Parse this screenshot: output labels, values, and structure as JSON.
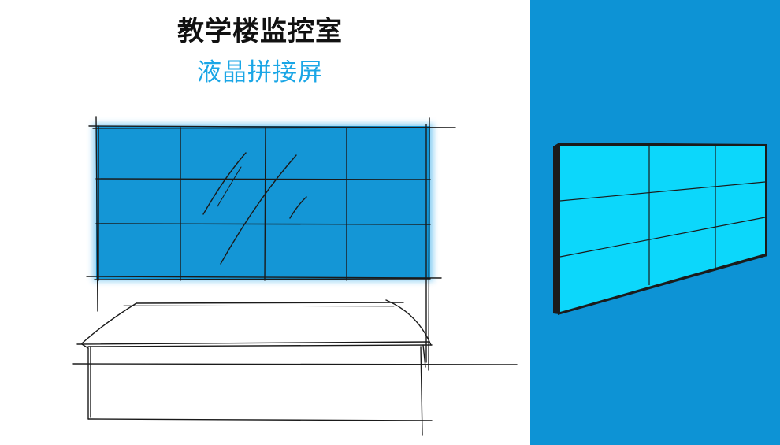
{
  "heading": {
    "title": "教学楼监控室",
    "subtitle": "液晶拼接屏"
  },
  "colors": {
    "title": "#111111",
    "subtitle": "#1aa6e6",
    "sketch_screen": "#1496d6",
    "panel_background": "#0d93d5",
    "product_screen": "#0cd7fb",
    "product_frame": "#1b1b1b"
  },
  "sketch": {
    "video_wall_grid": {
      "rows": 3,
      "columns": 4
    }
  },
  "product": {
    "video_wall_grid": {
      "rows": 3,
      "columns": 3
    }
  }
}
